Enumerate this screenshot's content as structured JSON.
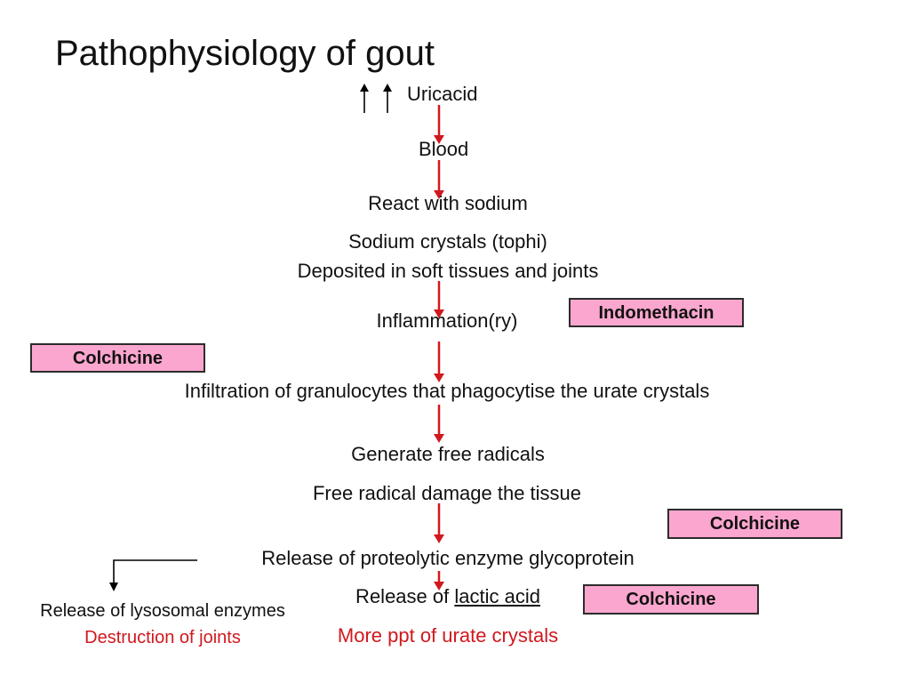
{
  "title": "Pathophysiology of gout",
  "steps": {
    "uric": "Uricacid",
    "blood": "Blood",
    "react": "React with sodium",
    "crystals": "Sodium crystals (tophi)",
    "deposited": "Deposited in soft tissues and joints",
    "inflammation": "Inflammation(ry)",
    "infiltration": "Infiltration of granulocytes that phagocytise the urate crystals",
    "generate": "Generate free radicals",
    "damage": "Free radical damage the tissue",
    "proteolytic": "Release of proteolytic enzyme glycoprotein",
    "lactic_prefix": "Release of ",
    "lactic_term": "lactic acid",
    "urate_ppt": "More ppt of urate crystals",
    "lysosomal": "Release of lysosomal enzymes",
    "destruction": "Destruction of joints"
  },
  "drugs": {
    "indomethacin": "Indomethacin",
    "colchicine_1": "Colchicine",
    "colchicine_2": "Colchicine",
    "colchicine_3": "Colchicine"
  },
  "colors": {
    "arrow": "#d0181e",
    "drug_fill": "#fba6cf",
    "red_text": "#d0181e"
  }
}
